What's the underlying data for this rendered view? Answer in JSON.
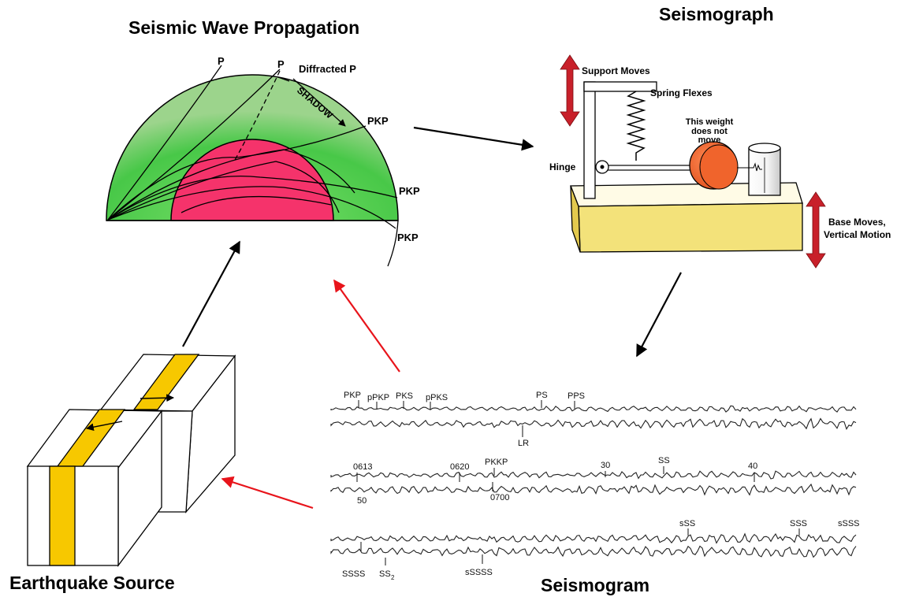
{
  "titles": {
    "wave": "Seismic Wave Propagation",
    "seismograph": "Seismograph",
    "source": "Earthquake Source",
    "seismogram": "Seismogram"
  },
  "wave_labels": {
    "p1": "P",
    "p2": "P",
    "diffracted": "Diffracted P",
    "shadow": "SHADOW",
    "pkp1": "PKP",
    "pkp2": "PKP",
    "pkp3": "PKP"
  },
  "seismograph_labels": {
    "support": "Support Moves",
    "spring": "Spring Flexes",
    "weight_l1": "This weight",
    "weight_l2": "does not",
    "weight_l3": "move",
    "hinge": "Hinge",
    "base_l1": "Base Moves,",
    "base_l2": "Vertical Motion"
  },
  "seismogram_labels": {
    "r1": [
      "PKP",
      "pPKP",
      "PKS",
      "pPKS",
      "PS",
      "PPS",
      "LR"
    ],
    "r2": [
      "0613",
      "50",
      "0620",
      "PKKP",
      "0700",
      "30",
      "SS",
      "40"
    ],
    "r3": [
      "sSS",
      "SSS",
      "sSSS",
      "SSSS",
      "SS",
      "2",
      "sSSSS"
    ]
  },
  "colors": {
    "mantle": "#5fd35f",
    "core": "#f5336b",
    "fault": "#f7c800",
    "base": "#f3e27a",
    "weight": "#f26a33",
    "red_arrow": "#e8141b",
    "motion_arrow": "#c8202a"
  }
}
